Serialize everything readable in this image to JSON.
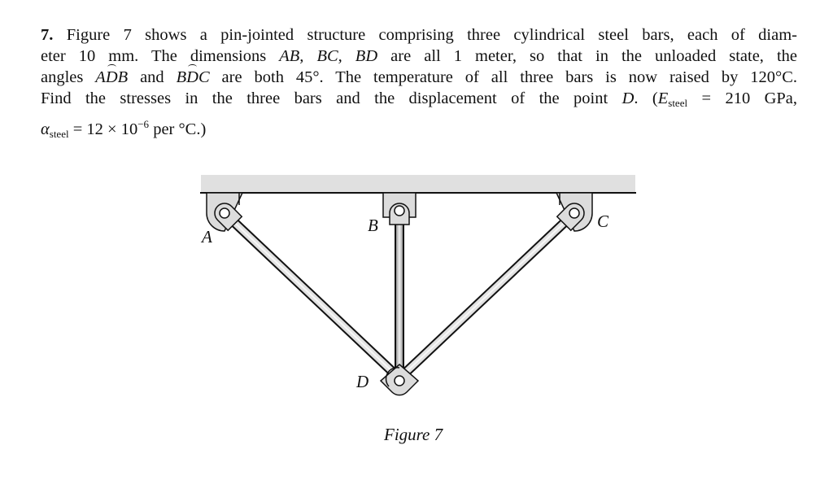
{
  "problem": {
    "number": "7.",
    "lines": [
      [
        "Figure 7 shows a pin-jointed structure comprising three cylindrical steel bars, each of diam-"
      ],
      [
        "eter 10 mm.  The dimensions ",
        "AB, BC, BD",
        " are all 1 meter, so that in the unloaded state, the"
      ],
      [
        "angles ",
        "A",
        "D",
        "B",
        " and ",
        "B",
        "D",
        "C",
        " are both 45°. The temperature of all three bars is now raised by 120°C."
      ],
      [
        "Find the stresses in the three bars and the displacement of the point ",
        "D",
        ".  (",
        "E",
        "steel",
        " = 210 GPa,"
      ],
      [
        "α",
        "steel",
        " = 12 × 10",
        "−6",
        " per °C.)"
      ]
    ]
  },
  "figure": {
    "labels": {
      "A": "A",
      "B": "B",
      "C": "C",
      "D": "D"
    },
    "caption": "Figure 7",
    "colors": {
      "ceiling": "#e0e0e0",
      "bar_fill": "#dcdcdc",
      "outline": "#111111"
    }
  }
}
